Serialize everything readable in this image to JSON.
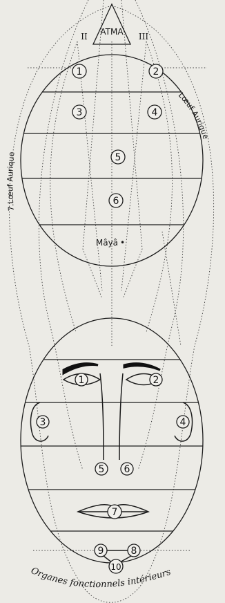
{
  "top": {
    "apex_label": "ATMA",
    "left_roman": "II",
    "right_roman": "III",
    "center_label": "Mâyâ",
    "center_mark": "•",
    "points": [
      "1",
      "2",
      "3",
      "4",
      "5",
      "6"
    ]
  },
  "left_side_label": "7.Lœuf Aurique",
  "right_side_label": "Lœuf Aurique",
  "face": {
    "points": [
      "1",
      "2",
      "3",
      "4",
      "5",
      "6",
      "7",
      "8",
      "9",
      "10"
    ]
  },
  "bottom_caption": "Organes fonctionnels intérieurs",
  "colors": {
    "line": "#1c1c1c",
    "paper": "#ecebe6"
  }
}
